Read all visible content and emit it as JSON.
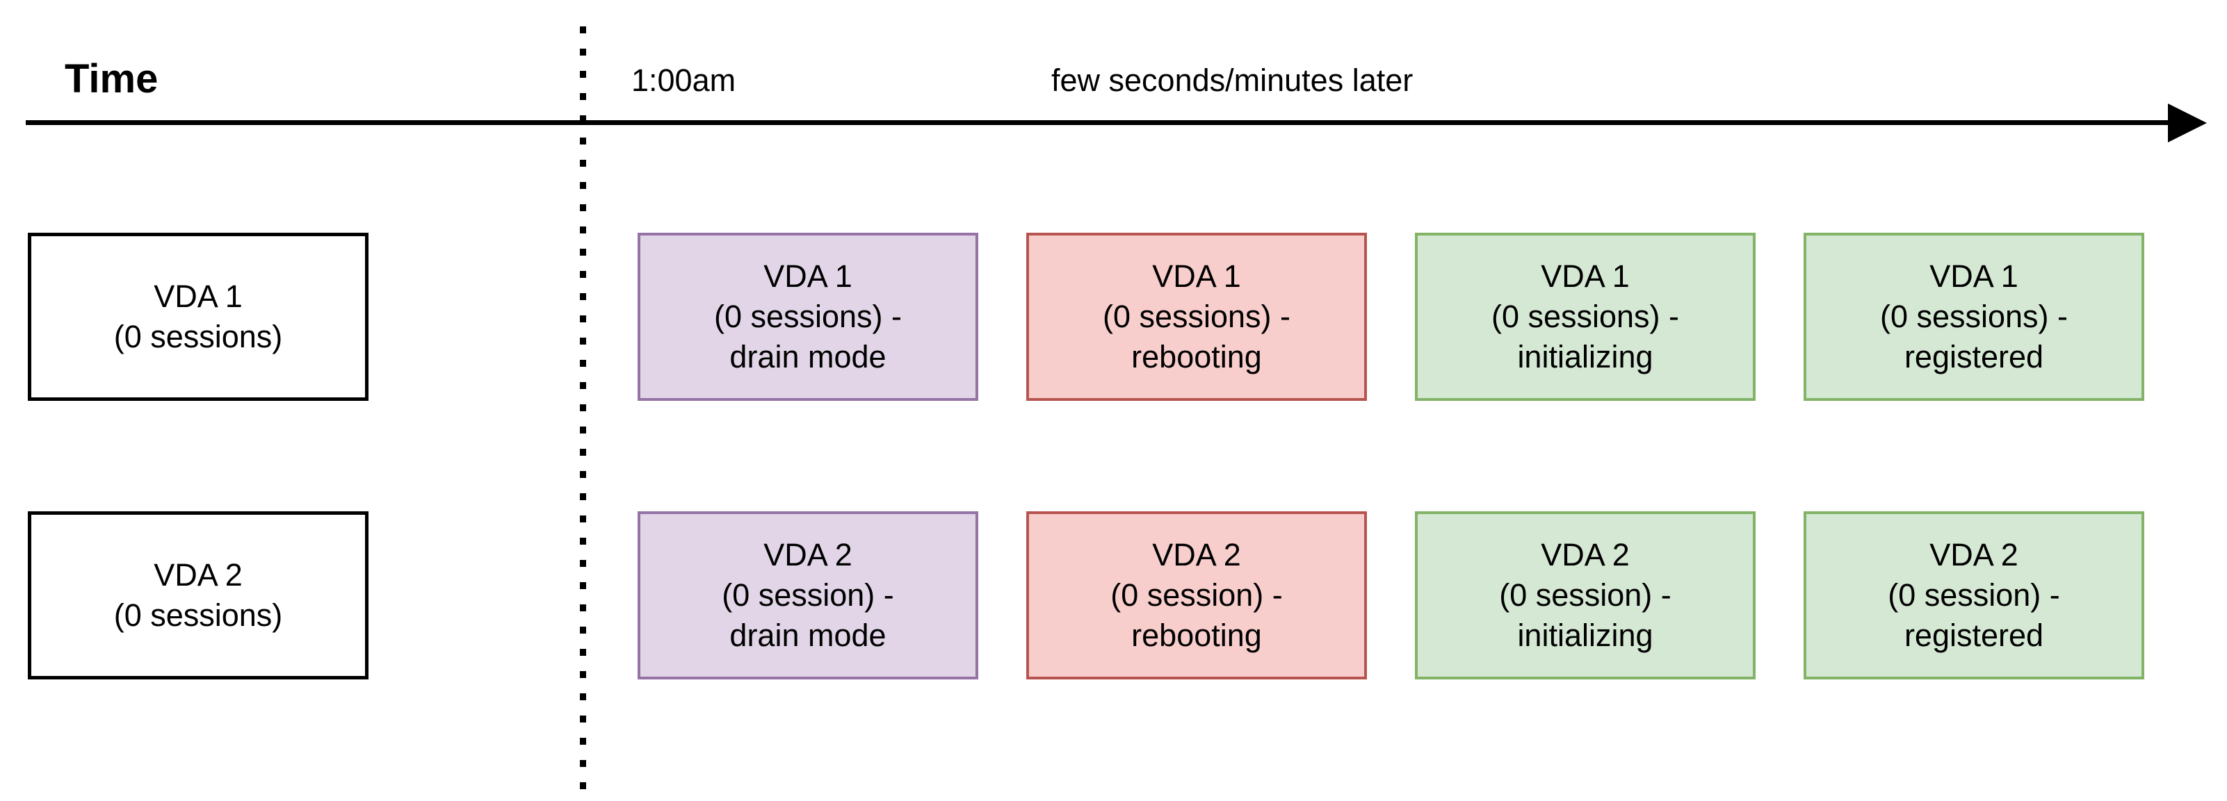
{
  "timeline": {
    "axis_title": "Time",
    "start_label": "1:00am",
    "later_label": "few seconds/minutes later"
  },
  "colors": {
    "drain_fill": "#E1D5E7",
    "drain_border": "#9673A6",
    "rebooting_fill": "#F8CECC",
    "rebooting_border": "#B85450",
    "registered_fill": "#D5E8D4",
    "registered_border": "#82B366",
    "source_fill": "#FFFFFF",
    "source_border": "#000000",
    "axis_color": "#000000"
  },
  "rows": [
    {
      "name": "VDA 1",
      "source": {
        "lines": [
          "VDA 1",
          "(0 sessions)"
        ]
      },
      "states": [
        {
          "state": "drain mode",
          "lines": [
            "VDA 1",
            "(0 sessions) -",
            "drain mode"
          ]
        },
        {
          "state": "rebooting",
          "lines": [
            "VDA 1",
            "(0 sessions) -",
            "rebooting"
          ]
        },
        {
          "state": "initializing",
          "lines": [
            "VDA 1",
            "(0 sessions) -",
            "initializing"
          ]
        },
        {
          "state": "registered",
          "lines": [
            "VDA 1",
            "(0 sessions) -",
            "registered"
          ]
        }
      ]
    },
    {
      "name": "VDA 2",
      "source": {
        "lines": [
          "VDA 2",
          "(0 sessions)"
        ]
      },
      "states": [
        {
          "state": "drain mode",
          "lines": [
            "VDA 2",
            "(0 session) -",
            "drain mode"
          ]
        },
        {
          "state": "rebooting",
          "lines": [
            "VDA 2",
            "(0 session) -",
            "rebooting"
          ]
        },
        {
          "state": "initializing",
          "lines": [
            "VDA 2",
            "(0 session) -",
            "initializing"
          ]
        },
        {
          "state": "registered",
          "lines": [
            "VDA 2",
            "(0 session) -",
            "registered"
          ]
        }
      ]
    }
  ]
}
